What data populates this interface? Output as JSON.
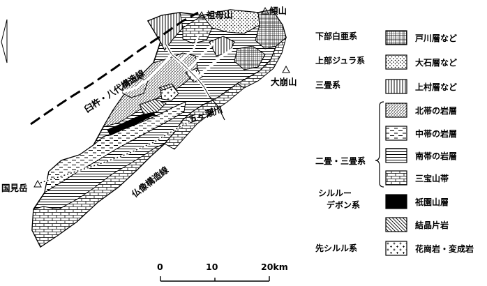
{
  "map": {
    "place_labels": {
      "sobosan": "祖母山",
      "katamukiyama": "傾山",
      "okueyama": "大崩山",
      "kunimidake": "国見岳",
      "gokase_river": "五ヶ瀬川"
    },
    "fault_labels": {
      "usuki_yatsushiro": "臼杵・八代構造線",
      "butsuzo": "仏像構造線"
    },
    "scale": {
      "tick_0": "0",
      "tick_10": "10",
      "tick_20": "20km"
    }
  },
  "legend": {
    "systems": {
      "lower_cretaceous": "下部白亜系",
      "upper_jurassic": "上部ジュラ系",
      "triassic": "三畳系",
      "permo_triassic": "二畳・三畳系",
      "silurian_devonian_1": "シルルー",
      "silurian_devonian_2": "デボン系",
      "pre_silurian": "先シルル系"
    },
    "units": {
      "tokawa": "戸川層など",
      "oishi": "大石層など",
      "kamimura": "上村層など",
      "northern_belt": "北帯の岩層",
      "middle_belt": "中帯の岩層",
      "southern_belt": "南帯の岩層",
      "sanbosan": "三宝山帯",
      "gionyama": "祇園山層",
      "crystalline_schist": "結晶片岩",
      "granite_metamorphic": "花崗岩・変成岩"
    }
  }
}
